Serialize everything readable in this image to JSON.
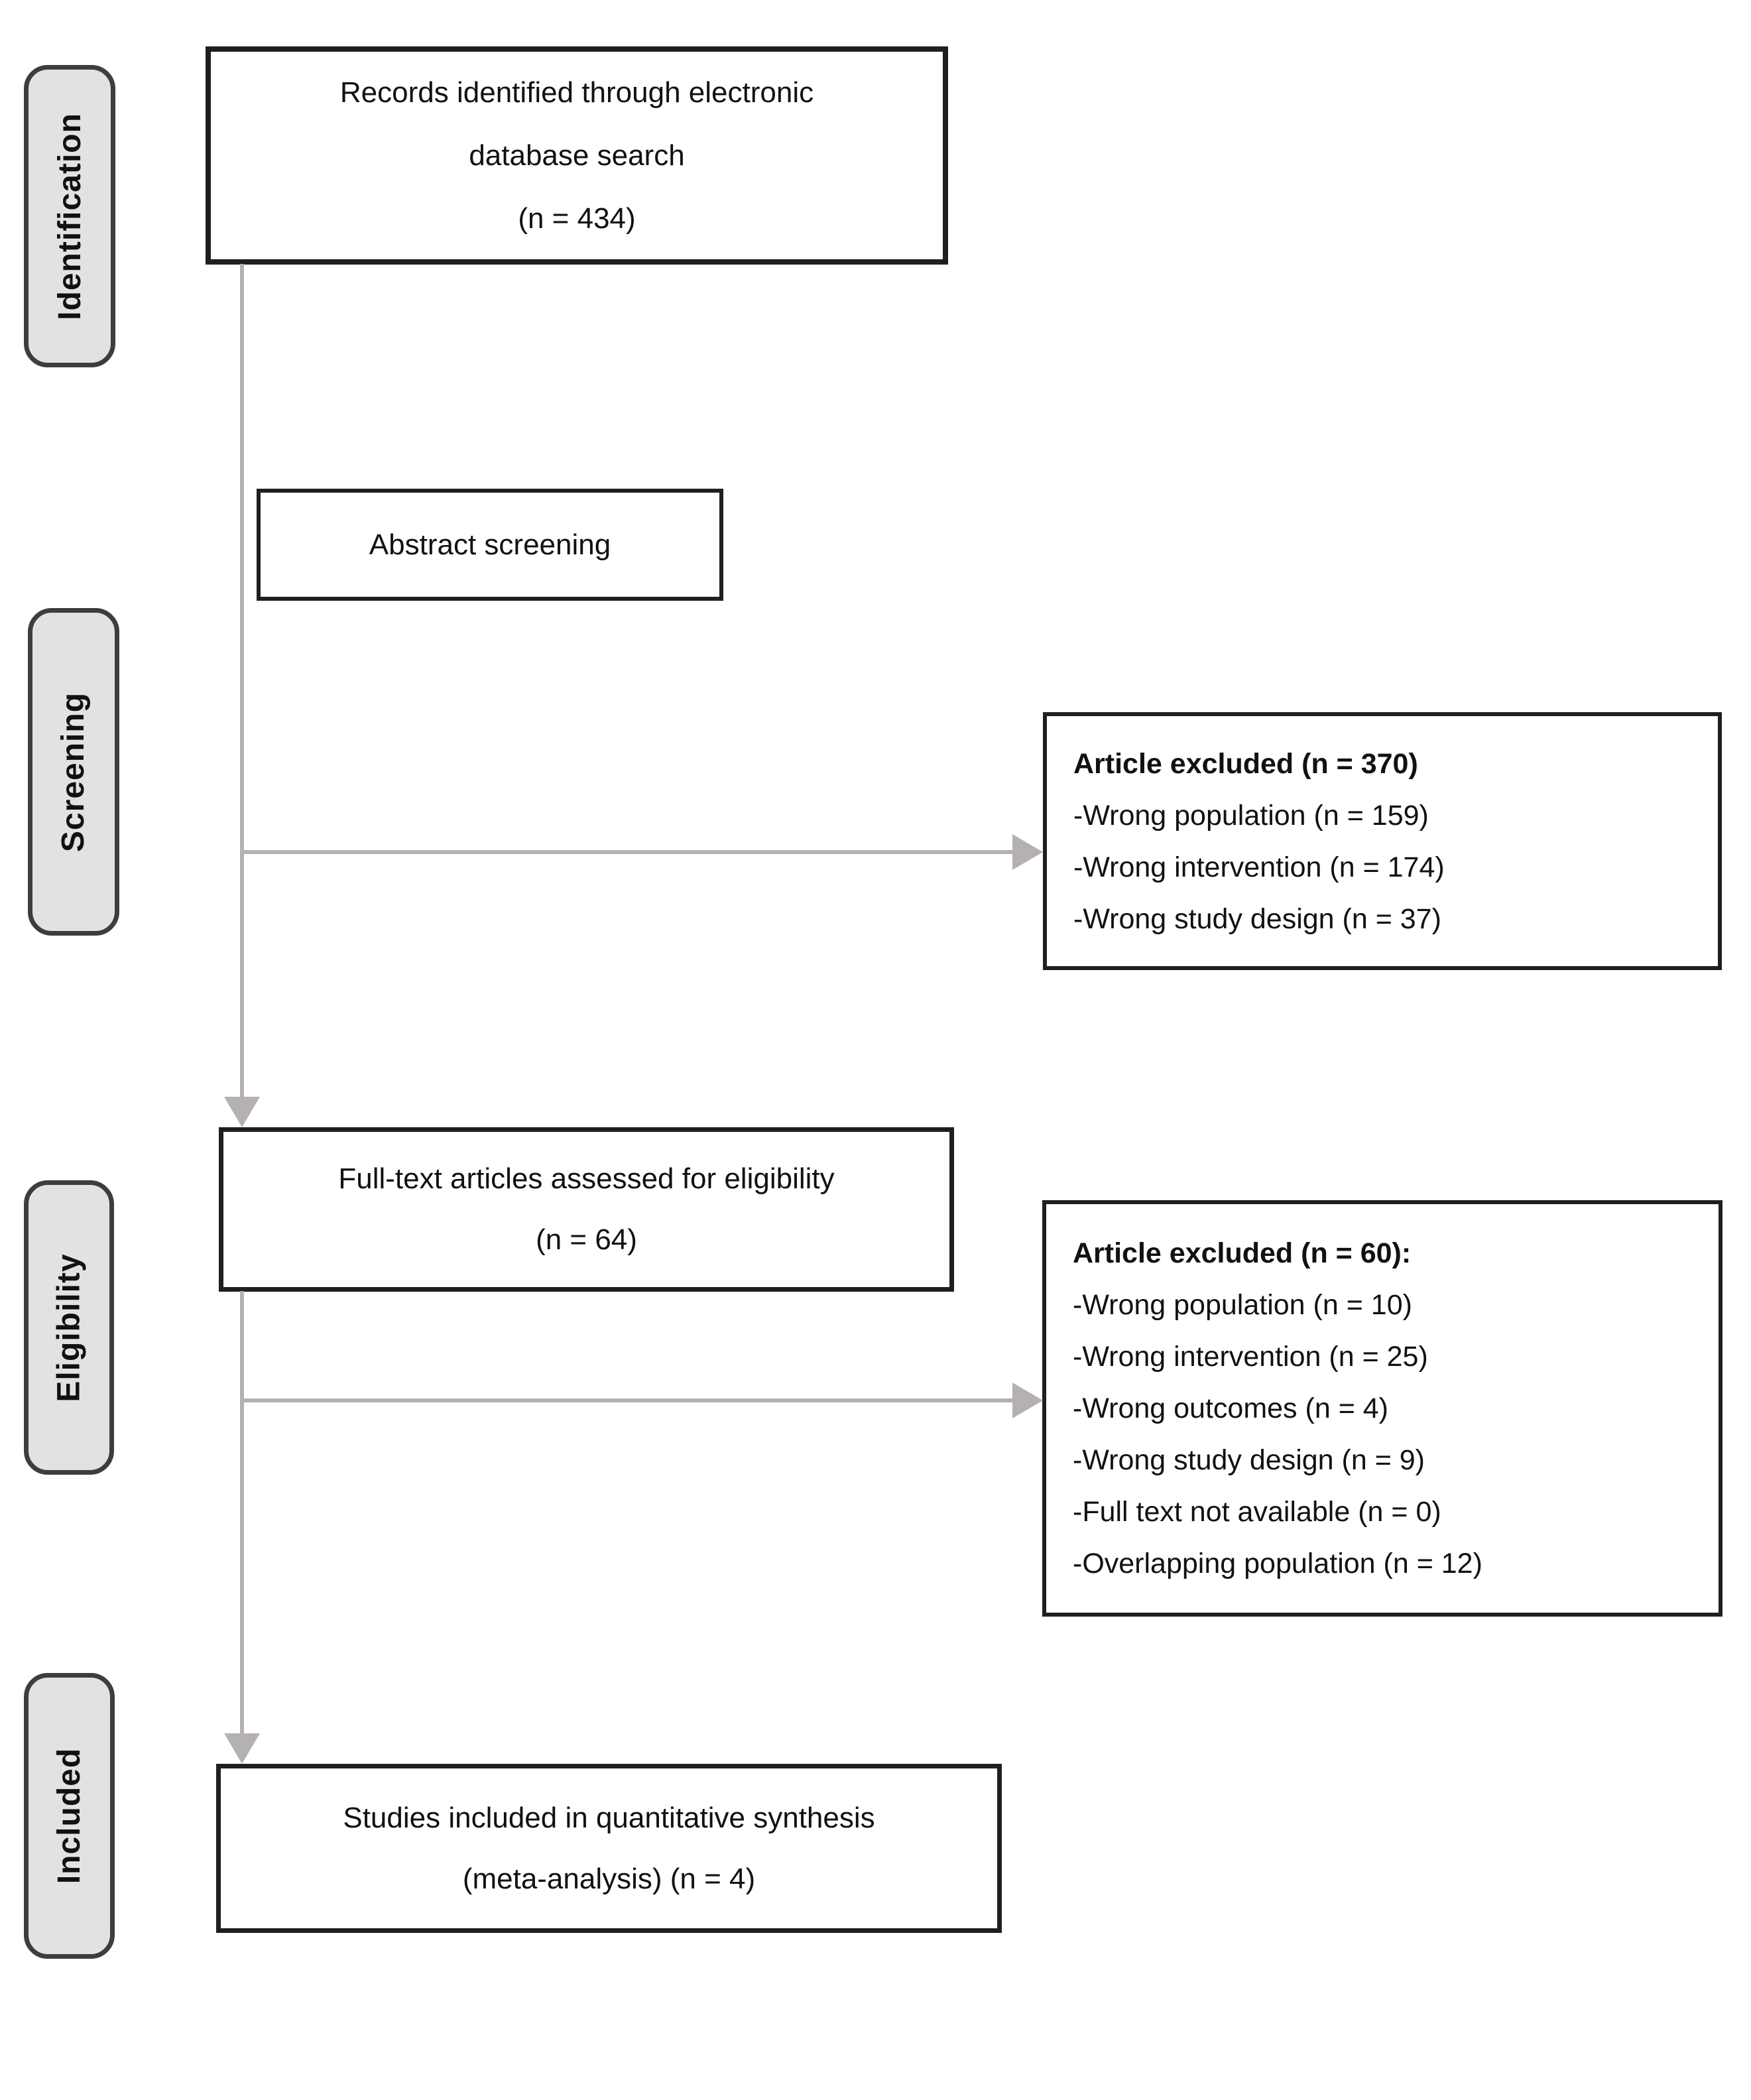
{
  "colors": {
    "box_border": "#1f1f1f",
    "label_fill": "#e2e2e2",
    "label_border": "#3d3d3d",
    "arrow": "#b5b1b1",
    "text": "#111111",
    "background": "#ffffff"
  },
  "stages": [
    {
      "label": "Identification"
    },
    {
      "label": "Screening"
    },
    {
      "label": "Eligibility"
    },
    {
      "label": "Included"
    }
  ],
  "boxes": {
    "records": {
      "lines": [
        "Records identified through electronic",
        "database search",
        "(n = 434)"
      ]
    },
    "abstract_screening": {
      "label": "Abstract screening"
    },
    "excluded_screening": {
      "header": "Article excluded (n = 370)",
      "items": [
        "-Wrong population (n = 159)",
        "-Wrong intervention (n = 174)",
        "-Wrong study design (n = 37)"
      ]
    },
    "fulltext": {
      "lines": [
        "Full-text articles assessed for eligibility",
        "(n = 64)"
      ]
    },
    "excluded_eligibility": {
      "header": "Article excluded (n = 60):",
      "items": [
        "-Wrong population (n = 10)",
        "-Wrong intervention (n = 25)",
        "-Wrong outcomes (n = 4)",
        "-Wrong study design (n = 9)",
        "-Full text not available (n = 0)",
        "-Overlapping population (n = 12)"
      ]
    },
    "included": {
      "lines": [
        "Studies included in quantitative synthesis",
        "(meta-analysis) (n = 4)"
      ]
    }
  }
}
